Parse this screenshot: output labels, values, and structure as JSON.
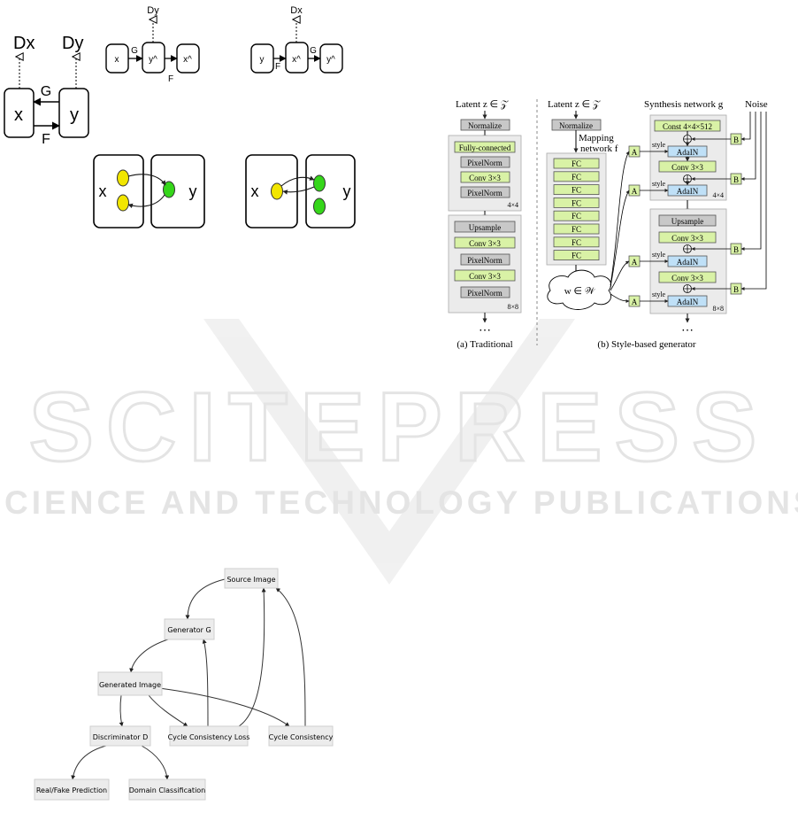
{
  "cyclegan": {
    "label_dx": "Dx",
    "label_dy": "Dy",
    "label_g": "G",
    "label_f": "F",
    "box_x": "x",
    "box_y": "y",
    "fwd_x": "x",
    "fwd_yhat": "y^",
    "fwd_xhat": "x^",
    "fwd_g": "G",
    "fwd_f": "F",
    "fwd_dy": "Dy",
    "bwd_y": "y",
    "bwd_xhat": "x^",
    "bwd_yhat": "y^",
    "bwd_f": "F",
    "bwd_g": "G",
    "bwd_dx": "Dx",
    "dom1_x": "x",
    "dom1_y": "y",
    "dom2_x": "x",
    "dom2_y": "y"
  },
  "stylegan": {
    "trad_latent": "Latent z ∈ 𝒵",
    "trad_normalize": "Normalize",
    "trad_fc": "Fully-connected",
    "trad_pixelnorm1": "PixelNorm",
    "trad_conv1": "Conv 3×3",
    "trad_pixelnorm2": "PixelNorm",
    "trad_res1": "4×4",
    "trad_upsample": "Upsample",
    "trad_conv2": "Conv 3×3",
    "trad_pixelnorm3": "PixelNorm",
    "trad_conv3": "Conv 3×3",
    "trad_pixelnorm4": "PixelNorm",
    "trad_res2": "8×8",
    "trad_dots": "⋯",
    "trad_caption": "(a) Traditional",
    "sb_latent": "Latent z ∈ 𝒵",
    "sb_normalize": "Normalize",
    "sb_mapping": "Mapping",
    "sb_network_f": "network f",
    "sb_fc": [
      "FC",
      "FC",
      "FC",
      "FC",
      "FC",
      "FC",
      "FC",
      "FC"
    ],
    "sb_w": "w ∈ 𝒲",
    "sb_synth": "Synthesis network g",
    "sb_noise": "Noise",
    "sb_const": "Const 4×4×512",
    "sb_adain": "AdaIN",
    "sb_conv": "Conv 3×3",
    "sb_upsample": "Upsample",
    "sb_style": "style",
    "sb_a": "A",
    "sb_b": "B",
    "sb_res1": "4×4",
    "sb_res2": "8×8",
    "sb_dots": "⋯",
    "sb_caption": "(b) Style-based generator"
  },
  "watermark": {
    "main": "SCITEPRESS",
    "sub": "SCIENCE AND TECHNOLOGY PUBLICATIONS"
  },
  "flow": {
    "source_image": "Source Image",
    "generator_g": "Generator G",
    "generated_image": "Generated Image",
    "discriminator_d": "Discriminator D",
    "cycle_loss": "Cycle Consistency Loss",
    "cycle_consistency": "Cycle Consistency",
    "real_fake": "Real/Fake Prediction",
    "domain_class": "Domain Classification"
  }
}
